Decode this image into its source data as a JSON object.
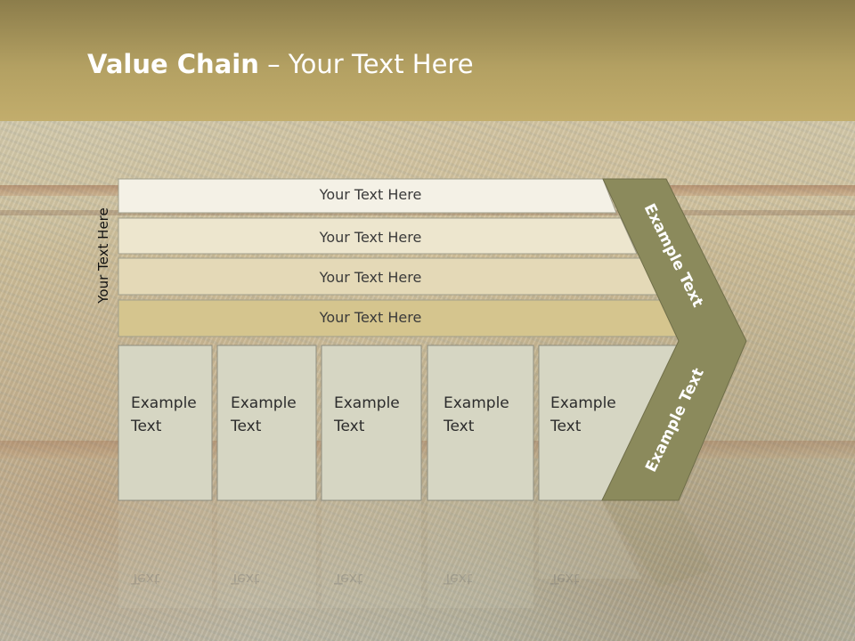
{
  "title": {
    "bold": "Value Chain",
    "rest": " – Your Text Here"
  },
  "side_label": "Your Text Here",
  "rows": [
    {
      "label": "Your Text Here",
      "fill": "#f4f1e6"
    },
    {
      "label": "Your Text Here",
      "fill": "#ede6ce"
    },
    {
      "label": "Your Text Here",
      "fill": "#e4d9b7"
    },
    {
      "label": "Your Text Here",
      "fill": "#d5c58e"
    }
  ],
  "boxes": [
    {
      "line1": "Example",
      "line2": "Text"
    },
    {
      "line1": "Example",
      "line2": "Text"
    },
    {
      "line1": "Example",
      "line2": "Text"
    },
    {
      "line1": "Example",
      "line2": "Text"
    },
    {
      "line1": "Example",
      "line2": "Text"
    }
  ],
  "arrow": {
    "upper_text": "Example Text",
    "lower_text": "Example Text",
    "color": "#8b8a5c"
  },
  "colors": {
    "header": "#b3a062",
    "box_fill": "#d6d6c3",
    "box_border": "#8e8e80"
  }
}
